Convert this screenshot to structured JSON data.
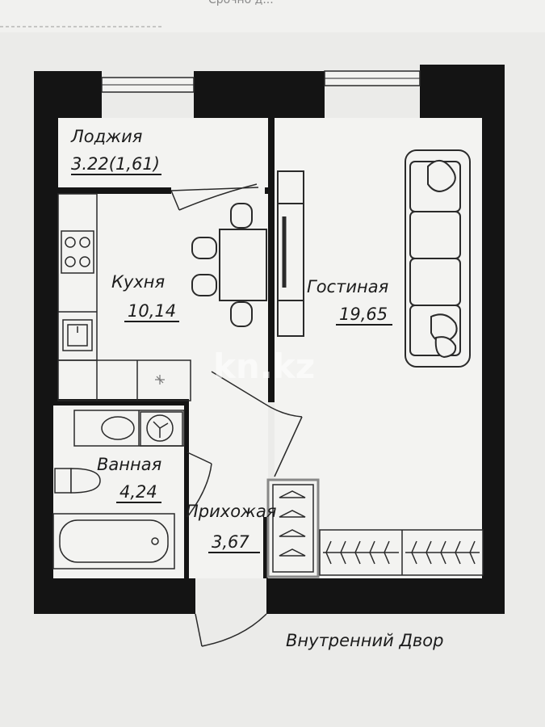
{
  "header_fragment": "Срочно д...",
  "rooms": {
    "loggia": {
      "name": "Лоджия",
      "area": "3.22(1,61)"
    },
    "kitchen": {
      "name": "Кухня",
      "area": "10,14"
    },
    "living": {
      "name": "Гостиная",
      "area": "19,65"
    },
    "bathroom": {
      "name": "Ванная",
      "area": "4,24"
    },
    "hallway": {
      "name": "Прихожая",
      "area": "3,67"
    }
  },
  "courtyard_label": "Внутренний Двор",
  "watermark": "kn.kz",
  "colors": {
    "wall": "#141414",
    "paper": "#f3f3f1",
    "line": "#2a2a2a",
    "background": "#e9e9e7"
  }
}
